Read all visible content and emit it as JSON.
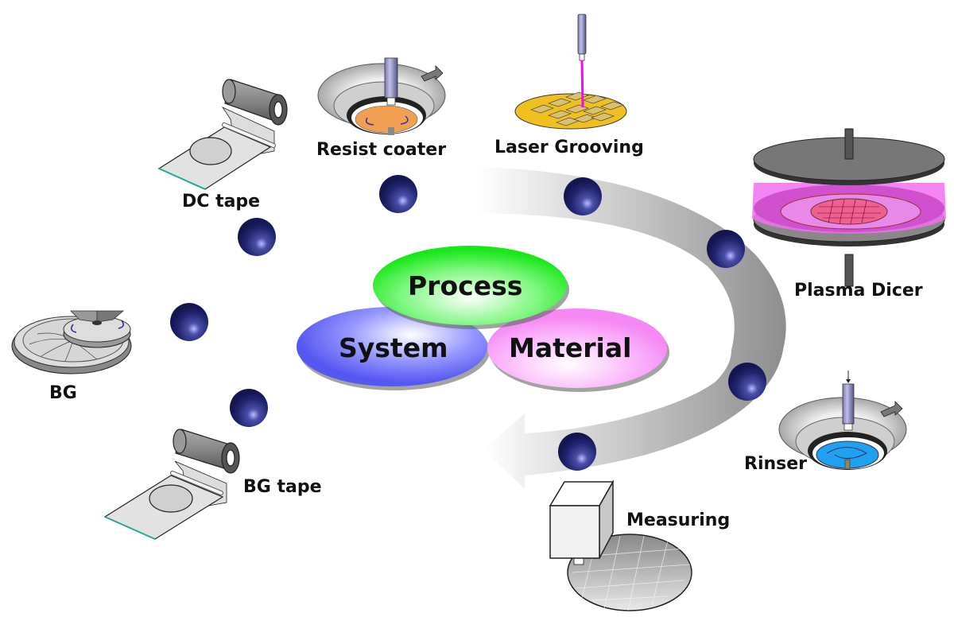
{
  "title": "Process / System / Material",
  "center": {
    "process": "Process",
    "system": "System",
    "material": "Material"
  },
  "steps": [
    {
      "label": "DC tape",
      "icon": "tape-roll-icon"
    },
    {
      "label": "Resist coater",
      "icon": "spin-coater-icon"
    },
    {
      "label": "Laser Grooving",
      "icon": "laser-wafer-icon"
    },
    {
      "label": "Plasma Dicer",
      "icon": "plasma-chamber-icon"
    },
    {
      "label": "Rinser",
      "icon": "spin-rinser-icon"
    },
    {
      "label": "Measuring",
      "icon": "measuring-head-icon"
    },
    {
      "label": "BG tape",
      "icon": "tape-roll-icon"
    },
    {
      "label": "BG",
      "icon": "back-grinder-icon"
    }
  ],
  "colors": {
    "process": "#22ee22",
    "system": "#5a5cf0",
    "material": "#f58af5",
    "sphere": "#1c1f6a",
    "arc": "#9a9a9a",
    "plasma": "#f070f0",
    "laser": "#ff00ff",
    "wafer_gold": "#f0c020",
    "coater_orange": "#f0a050",
    "rinse_blue": "#20a0f0"
  }
}
